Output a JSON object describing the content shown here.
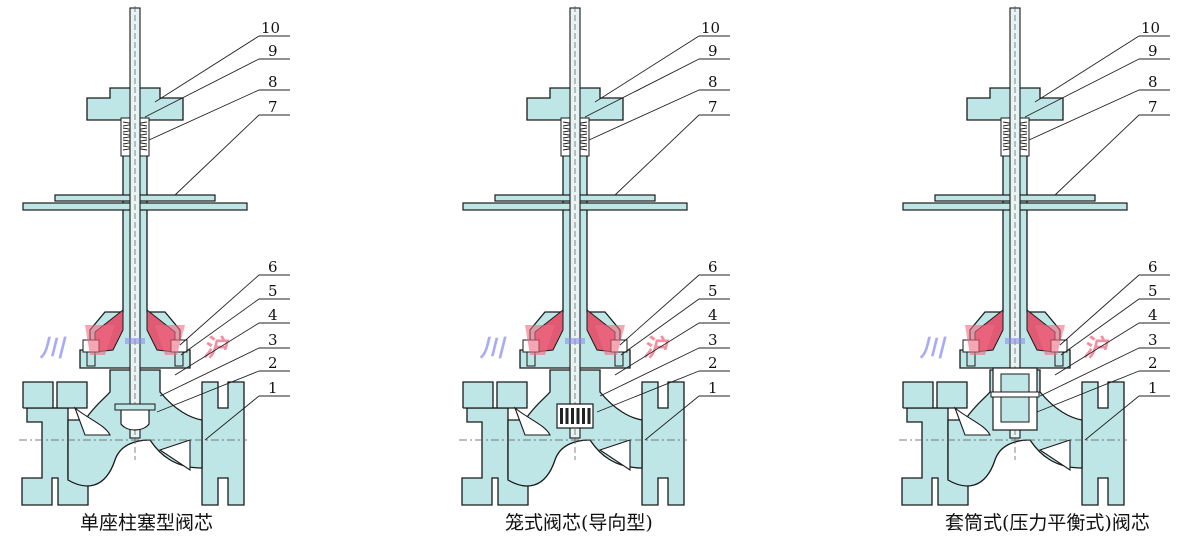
{
  "colors": {
    "body_fill": "#bfe6e6",
    "outline": "#1a1a1a",
    "packing_fill": "#ffffff",
    "bonnet_red": "#e05a74",
    "watermark_blue": "#8d8ff0",
    "watermark_red": "#ee6a7f"
  },
  "diagrams": [
    {
      "caption": "单座柱塞型阀芯",
      "trim": "plunger",
      "callouts": [
        "10",
        "9",
        "8",
        "7",
        "6",
        "5",
        "4",
        "3",
        "2",
        "1"
      ]
    },
    {
      "caption": "笼式阀芯(导向型)",
      "trim": "cage",
      "callouts": [
        "10",
        "9",
        "8",
        "7",
        "6",
        "5",
        "4",
        "3",
        "2",
        "1"
      ]
    },
    {
      "caption": "套筒式(压力平衡式)阀芯",
      "trim": "sleeve",
      "callouts": [
        "10",
        "9",
        "8",
        "7",
        "6",
        "5",
        "4",
        "3",
        "2",
        "1"
      ]
    }
  ],
  "watermark": {
    "left_glyph": "川",
    "right_glyph": "沪"
  }
}
